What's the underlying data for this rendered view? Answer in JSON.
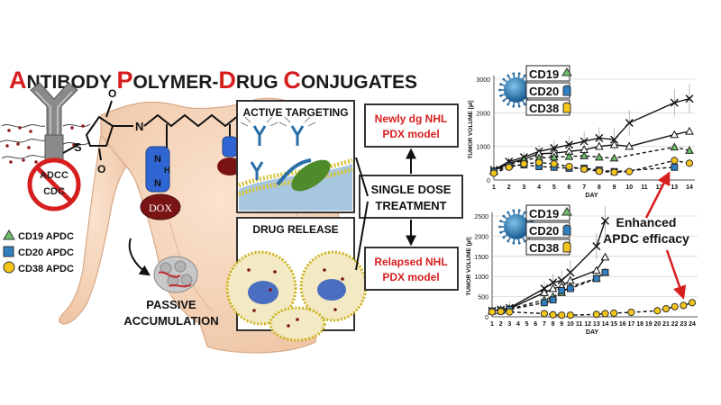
{
  "title": {
    "segments": [
      {
        "text": "A",
        "color": "#d71e1e",
        "size": "big"
      },
      {
        "text": "NTIBODY ",
        "color": "#1a1a1a",
        "size": "small"
      },
      {
        "text": "P",
        "color": "#d71e1e",
        "size": "big"
      },
      {
        "text": "OLYMER-",
        "color": "#1a1a1a",
        "size": "small"
      },
      {
        "text": "D",
        "color": "#d71e1e",
        "size": "big"
      },
      {
        "text": "RUG ",
        "color": "#1a1a1a",
        "size": "small"
      },
      {
        "text": "C",
        "color": "#d71e1e",
        "size": "big"
      },
      {
        "text": "ONJUGATES",
        "color": "#1a1a1a",
        "size": "small"
      }
    ]
  },
  "left": {
    "adcc": "ADCC",
    "cdc": "CDC",
    "s_label": "S",
    "n_label": "N",
    "o_top": "O",
    "o_bottom": "O",
    "nh_top": "N",
    "nh_bottom": "N",
    "h_label": "H",
    "dox": "DOX",
    "passive_line1": "PASSIVE",
    "passive_line2": "ACCUMULATION",
    "legend": [
      {
        "label": "CD19 APDC",
        "marker": "triangle",
        "color": "#6cbf6a"
      },
      {
        "label": "CD20 APDC",
        "marker": "square",
        "color": "#2f7fc1"
      },
      {
        "label": "CD38 APDC",
        "marker": "circle",
        "color": "#f5c518"
      }
    ]
  },
  "middle": {
    "active_targeting": "ACTIVE TARGETING",
    "drug_release": "DRUG RELEASE",
    "newly_line1": "Newly dg NHL",
    "newly_line2": "PDX model",
    "single_line1": "SINGLE DOSE",
    "single_line2": "TREATMENT",
    "relapsed_line1": "Relapsed NHL",
    "relapsed_line2": "PDX model"
  },
  "charts_legend": [
    "CD19",
    "CD20",
    "CD38"
  ],
  "annotation": {
    "line1": "Enhanced",
    "line2": "APDC efficacy",
    "color": "#d71e1e"
  },
  "chart_data": [
    {
      "type": "line",
      "xlabel": "DAY",
      "ylabel": "TUMOR VOLUME [µl]",
      "ylim": [
        0,
        3000
      ],
      "yticks": [
        0,
        1000,
        2000,
        3000
      ],
      "xticks": [
        1,
        2,
        3,
        4,
        5,
        6,
        7,
        8,
        9,
        10,
        11,
        12,
        13,
        14
      ],
      "series": [
        {
          "marker": "x",
          "x": [
            1,
            2,
            3,
            4,
            5,
            6,
            7,
            8,
            9,
            10,
            13,
            14
          ],
          "values": [
            300,
            550,
            680,
            850,
            950,
            1050,
            1150,
            1250,
            1200,
            1700,
            2300,
            2420
          ]
        },
        {
          "marker": "open-triangle",
          "x": [
            1,
            2,
            3,
            4,
            5,
            6,
            7,
            8,
            9,
            10,
            13,
            14
          ],
          "values": [
            280,
            500,
            620,
            780,
            800,
            850,
            900,
            1000,
            1050,
            1000,
            1350,
            1450
          ]
        },
        {
          "marker": "green-triangle",
          "x": [
            1,
            2,
            3,
            4,
            5,
            6,
            7,
            8,
            9,
            13,
            14
          ],
          "values": [
            260,
            450,
            600,
            650,
            680,
            700,
            720,
            680,
            650,
            980,
            880
          ]
        },
        {
          "marker": "blue-square",
          "x": [
            1,
            2,
            3,
            4,
            5,
            6,
            7,
            8,
            9,
            13
          ],
          "values": [
            250,
            420,
            450,
            400,
            380,
            350,
            350,
            300,
            250,
            380
          ]
        },
        {
          "marker": "yellow-circle",
          "x": [
            1,
            2,
            3,
            4,
            5,
            6,
            7,
            8,
            9,
            10,
            13,
            14
          ],
          "values": [
            200,
            380,
            480,
            520,
            480,
            400,
            320,
            260,
            230,
            250,
            580,
            500
          ]
        }
      ]
    },
    {
      "type": "line",
      "xlabel": "DAY",
      "ylabel": "TUMOR VOLUME [µl]",
      "ylim": [
        0,
        2500
      ],
      "yticks": [
        0,
        500,
        1000,
        1500,
        2000,
        2500
      ],
      "xticks": [
        1,
        2,
        3,
        4,
        5,
        6,
        7,
        8,
        9,
        10,
        11,
        12,
        13,
        14,
        15,
        16,
        17,
        18,
        19,
        20,
        21,
        22,
        23,
        24
      ],
      "series": [
        {
          "marker": "x",
          "x": [
            1,
            2,
            3,
            7,
            8,
            9,
            10,
            13,
            14
          ],
          "values": [
            150,
            180,
            220,
            700,
            850,
            900,
            1100,
            1750,
            2380
          ]
        },
        {
          "marker": "open-triangle",
          "x": [
            1,
            2,
            3,
            7,
            8,
            9,
            10,
            13,
            14
          ],
          "values": [
            150,
            170,
            200,
            600,
            700,
            750,
            900,
            1150,
            1480
          ]
        },
        {
          "marker": "green-triangle",
          "x": [
            1,
            2,
            3,
            7,
            8,
            9,
            10,
            13,
            14
          ],
          "values": [
            140,
            160,
            190,
            420,
            500,
            600,
            750,
            950,
            1100
          ]
        },
        {
          "marker": "blue-square",
          "x": [
            1,
            2,
            3,
            7,
            8,
            9,
            10,
            13,
            14
          ],
          "values": [
            140,
            150,
            180,
            350,
            420,
            650,
            700,
            950,
            1100
          ]
        },
        {
          "marker": "yellow-circle",
          "x": [
            1,
            2,
            3,
            7,
            8,
            9,
            10,
            13,
            14,
            15,
            17,
            20,
            21,
            22,
            23,
            24
          ],
          "values": [
            120,
            130,
            120,
            80,
            50,
            40,
            40,
            60,
            80,
            90,
            110,
            150,
            200,
            250,
            280,
            350
          ]
        }
      ]
    }
  ]
}
